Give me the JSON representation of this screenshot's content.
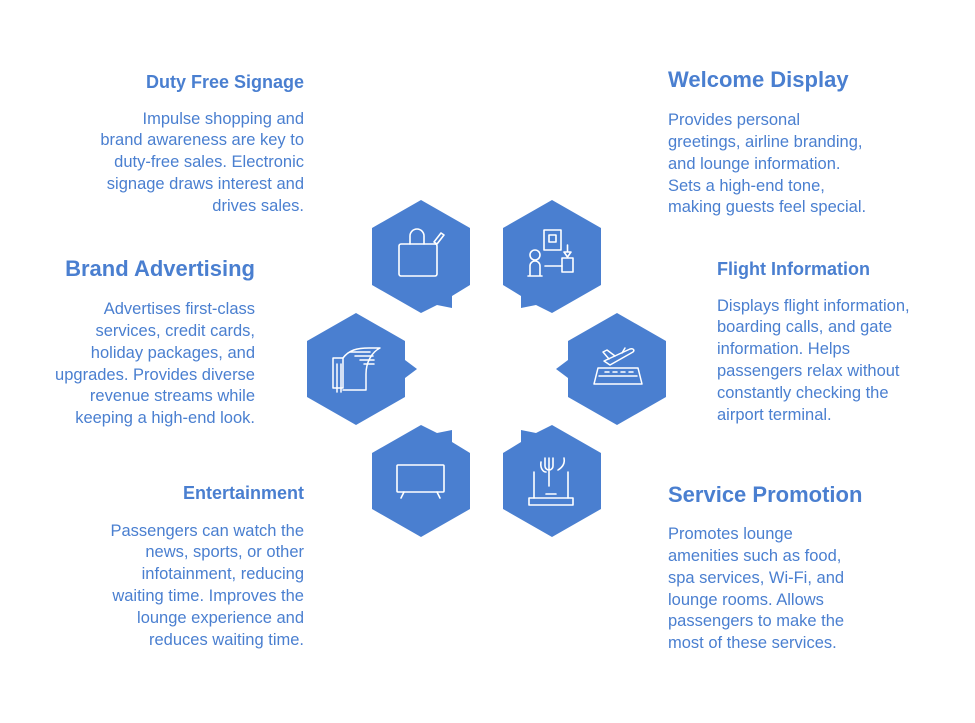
{
  "colors": {
    "accent": "#4a7fd0",
    "hex_fill": "#4a7fd0",
    "icon_stroke": "#ffffff"
  },
  "items": [
    {
      "id": "duty-free-signage",
      "title": "Duty Free Signage",
      "text": "Impulse shopping and\nbrand awareness are key to\nduty-free sales. Electronic\nsignage draws interest and\ndrives sales.",
      "icon": "shopping-bag-icon"
    },
    {
      "id": "welcome-display",
      "title": "Welcome Display",
      "text": "Provides personal\ngreetings, airline branding,\nand lounge information.\nSets a high-end tone,\nmaking guests feel special.",
      "icon": "reception-desk-icon"
    },
    {
      "id": "brand-advertising",
      "title": "Brand Advertising",
      "text": "Advertises first-class\nservices, credit cards,\nholiday packages, and\nupgrades. Provides diverse\nrevenue streams while\nkeeping a high-end look.",
      "icon": "brochure-icon"
    },
    {
      "id": "flight-information",
      "title": "Flight Information",
      "text": "Displays flight information,\nboarding calls, and gate\ninformation. Helps\npassengers relax without\nconstantly checking the\nairport terminal.",
      "icon": "airplane-takeoff-icon"
    },
    {
      "id": "entertainment",
      "title": "Entertainment",
      "text": "Passengers can watch the\nnews, sports, or other\ninfotainment, reducing\nwaiting time. Improves the\nlounge experience and\nreduces waiting time.",
      "icon": "television-icon"
    },
    {
      "id": "service-promotion",
      "title": "Service Promotion",
      "text": "Promotes lounge\namenities such as food,\nspa services, Wi-Fi, and\nlounge rooms. Allows\npassengers to make the\nmost of these services.",
      "icon": "dining-tray-icon"
    }
  ]
}
